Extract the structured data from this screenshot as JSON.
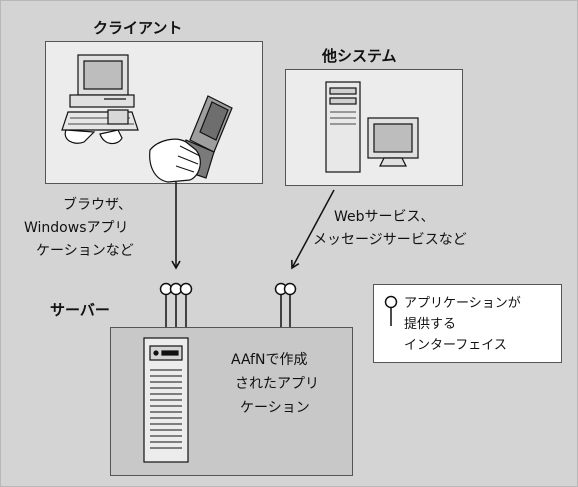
{
  "colors": {
    "background": "#d4d4d4",
    "panel": "#ececec",
    "server_panel": "#c8c8c8",
    "legend_panel": "#ffffff",
    "stroke": "#111111"
  },
  "client": {
    "title": "クライアント",
    "caption_lines": [
      "ブラウザ、",
      "Windowsアプリ",
      "ケーションなど"
    ]
  },
  "other_system": {
    "title": "他システム",
    "caption_lines": [
      "Webサービス、",
      "メッセージサービスなど"
    ]
  },
  "server": {
    "title": "サーバー",
    "caption_lines": [
      "AAfNで作成",
      "されたアプリ",
      "ケーション"
    ]
  },
  "legend": {
    "lines": [
      "アプリケーションが",
      "提供する",
      "インターフェイス"
    ]
  },
  "icons": [
    "desktop-pc-icon",
    "handheld-device-icon",
    "tower-server-pc-icon",
    "server-tower-icon",
    "interface-connector-icon"
  ]
}
